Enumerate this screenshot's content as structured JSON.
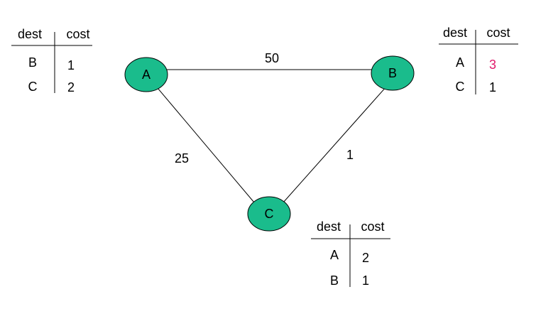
{
  "colors": {
    "node_fill": "#1ABC8C",
    "highlight": "#E0196A"
  },
  "nodes": [
    {
      "id": "A",
      "label": "A"
    },
    {
      "id": "B",
      "label": "B"
    },
    {
      "id": "C",
      "label": "C"
    }
  ],
  "edges": [
    {
      "from": "A",
      "to": "B",
      "weight": "50"
    },
    {
      "from": "A",
      "to": "C",
      "weight": "25"
    },
    {
      "from": "B",
      "to": "C",
      "weight": "1"
    }
  ],
  "tables": {
    "A": {
      "headers": [
        "dest",
        "cost"
      ],
      "rows": [
        {
          "dest": "B",
          "cost": "1"
        },
        {
          "dest": "C",
          "cost": "2"
        }
      ]
    },
    "B": {
      "headers": [
        "dest",
        "cost"
      ],
      "rows": [
        {
          "dest": "A",
          "cost": "3",
          "highlight": true
        },
        {
          "dest": "C",
          "cost": "1"
        }
      ]
    },
    "C": {
      "headers": [
        "dest",
        "cost"
      ],
      "rows": [
        {
          "dest": "A",
          "cost": "2"
        },
        {
          "dest": "B",
          "cost": "1"
        }
      ]
    }
  }
}
